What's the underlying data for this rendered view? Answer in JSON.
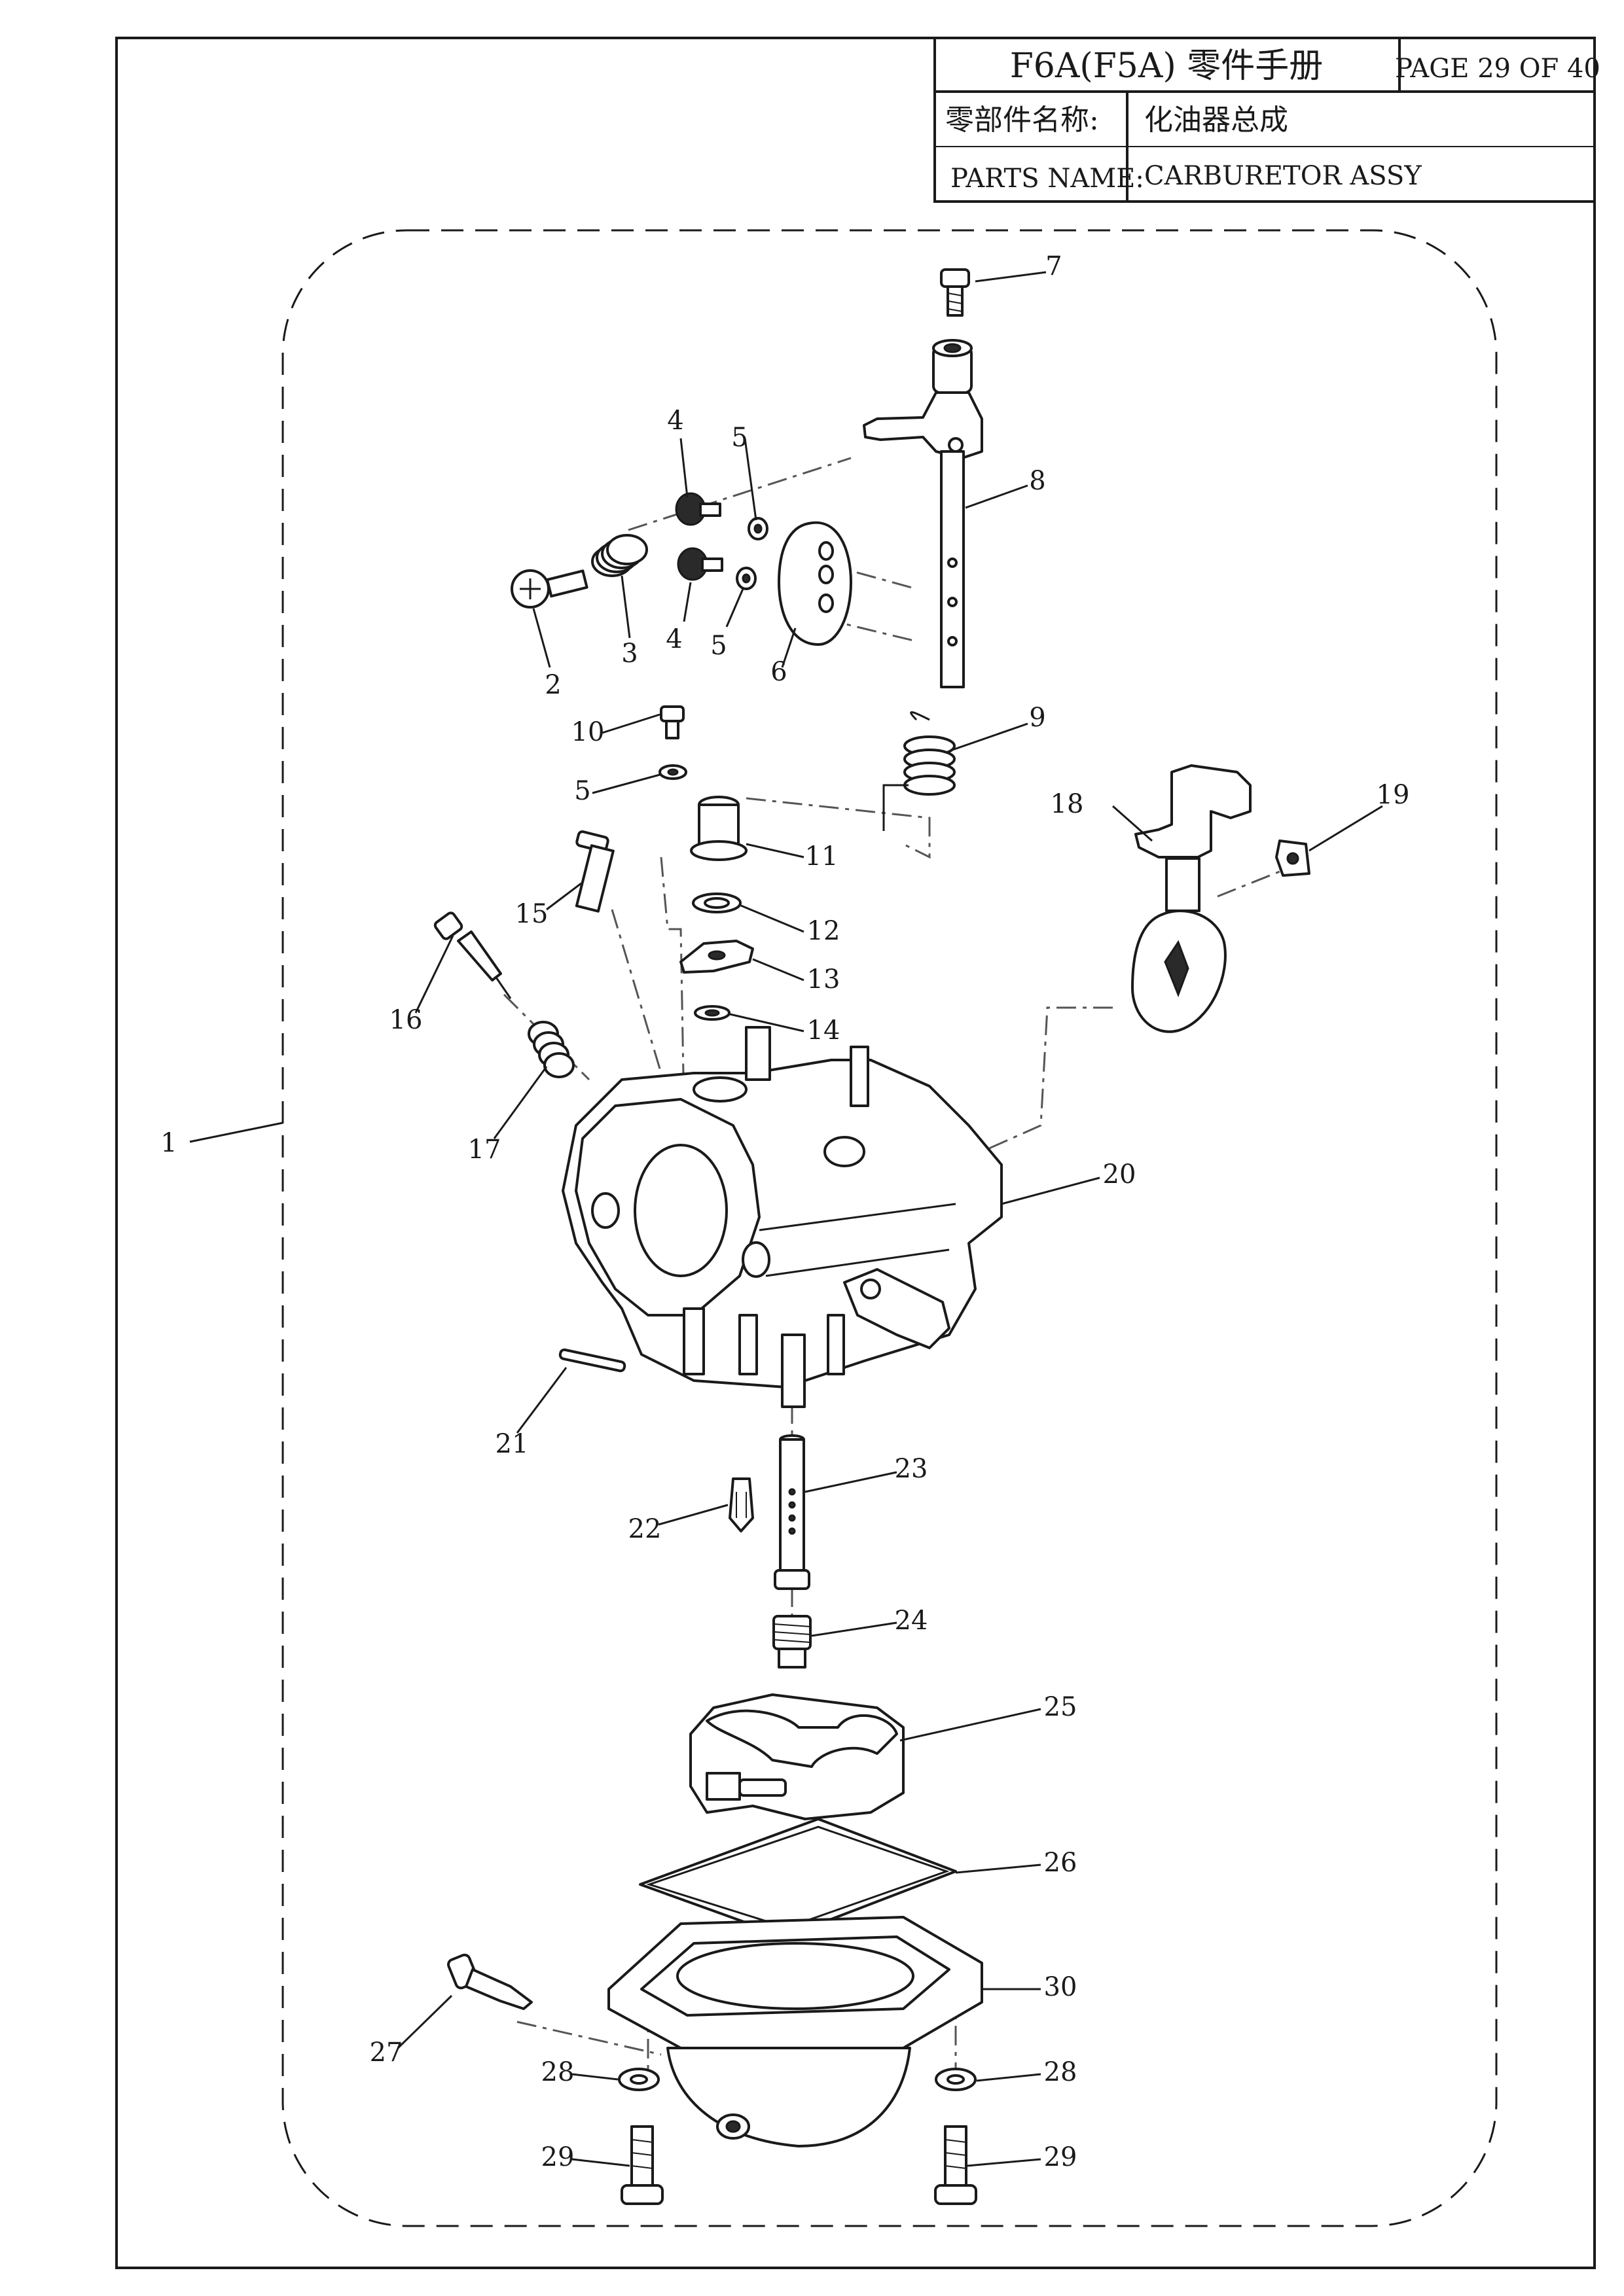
{
  "title_block": {
    "model_title": "F6A(F5A) 零件手册",
    "page_label": "PAGE 29 OF 40",
    "name_label_cn": "零部件名称:",
    "name_value_cn": "化油器总成",
    "name_label_en": "PARTS NAME:",
    "name_value_en": "CARBURETOR ASSY"
  },
  "callouts": [
    "1",
    "2",
    "3",
    "4",
    "4",
    "5",
    "5",
    "5",
    "6",
    "7",
    "8",
    "9",
    "10",
    "11",
    "12",
    "13",
    "14",
    "15",
    "16",
    "17",
    "18",
    "19",
    "20",
    "21",
    "22",
    "23",
    "24",
    "25",
    "26",
    "27",
    "28",
    "28",
    "29",
    "29",
    "30"
  ]
}
